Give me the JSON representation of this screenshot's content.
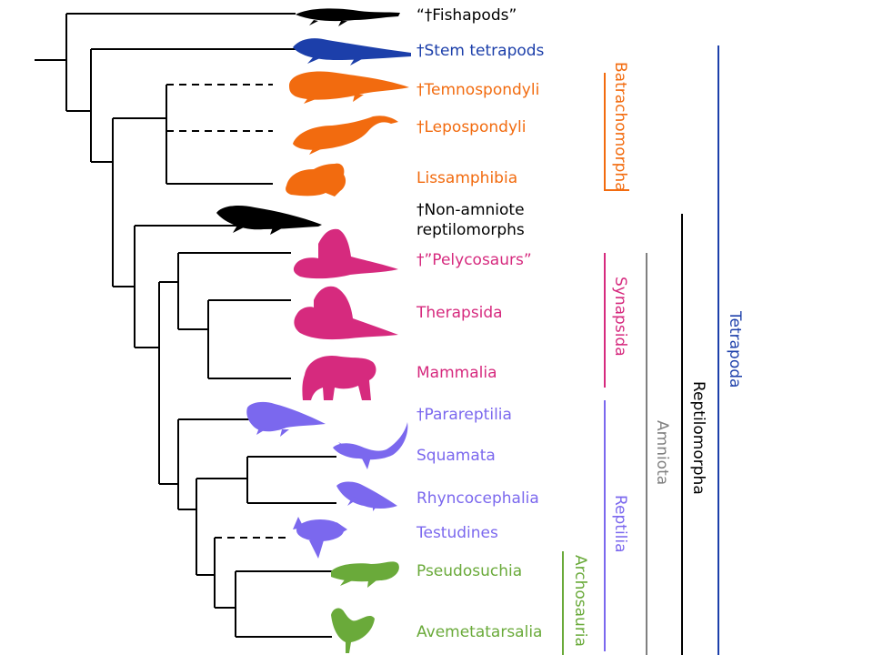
{
  "taxa": [
    {
      "label": "“†Fishapods”",
      "color": "#000000",
      "icon": "fishapod-silhouette"
    },
    {
      "label": "†Stem tetrapods",
      "color": "#1c3faa",
      "icon": "stem-tetrapod-silhouette"
    },
    {
      "label": "†Temnospondyli",
      "color": "#f26b0f",
      "icon": "temnospondyl-silhouette"
    },
    {
      "label": "†Lepospondyli",
      "color": "#f26b0f",
      "icon": "lepospondyl-silhouette"
    },
    {
      "label": "Lissamphibia",
      "color": "#f26b0f",
      "icon": "frog-silhouette"
    },
    {
      "label": "†Non-amniote",
      "label2": "reptilomorphs",
      "color": "#000000",
      "icon": "reptilomorph-silhouette"
    },
    {
      "label": "†”Pelycosaurs”",
      "color": "#d62a7e",
      "icon": "dimetrodon-silhouette"
    },
    {
      "label": "Therapsida",
      "color": "#d62a7e",
      "icon": "therapsid-silhouette"
    },
    {
      "label": "Mammalia",
      "color": "#d62a7e",
      "icon": "bear-silhouette"
    },
    {
      "label": "†Parareptilia",
      "color": "#7b68ee",
      "icon": "parareptile-silhouette"
    },
    {
      "label": "Squamata",
      "color": "#7b68ee",
      "icon": "lizard-silhouette"
    },
    {
      "label": "Rhyncocephalia",
      "color": "#7b68ee",
      "icon": "tuatara-silhouette"
    },
    {
      "label": "Testudines",
      "color": "#7b68ee",
      "icon": "turtle-silhouette"
    },
    {
      "label": "Pseudosuchia",
      "color": "#6aaa3a",
      "icon": "crocodile-silhouette"
    },
    {
      "label": "Avemetatarsalia",
      "color": "#6aaa3a",
      "icon": "bird-silhouette"
    }
  ],
  "clades": [
    {
      "name": "Batrachomorpha",
      "color": "#f26b0f"
    },
    {
      "name": "Synapsida",
      "color": "#d62a7e"
    },
    {
      "name": "Reptilia",
      "color": "#7b68ee"
    },
    {
      "name": "Archosauria",
      "color": "#6aaa3a"
    },
    {
      "name": "Amniota",
      "color": "#808080"
    },
    {
      "name": "Reptilomorpha",
      "color": "#000000"
    },
    {
      "name": "Tetrapoda",
      "color": "#1c3faa"
    }
  ]
}
